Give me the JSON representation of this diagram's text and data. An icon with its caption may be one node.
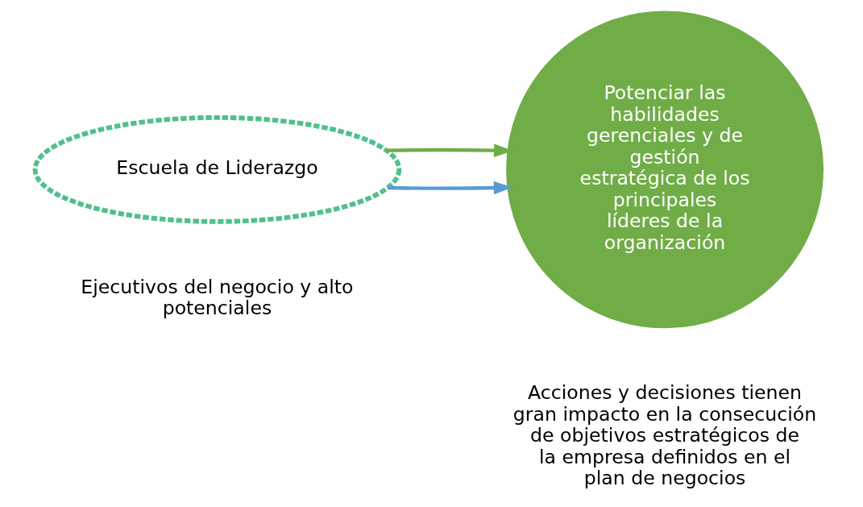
{
  "diagram": {
    "nodes": [
      {
        "text": [
          "Escuela de Liderazgo"
        ],
        "beside": [
          "Ejecutivos del negocio y alto potenciales"
        ]
      },
      {
        "text": [
          "Potenciar las habilidades gerenciales y de gestión estratégica de los principales líderes de la organización"
        ],
        "beside": [
          "Acciones y decisiones tienen gran impacto en la consecución de objetivos estratégicos de la empresa definidos en el plan de negocios"
        ]
      }
    ],
    "edges": [
      {
        "from": 0,
        "to": 1,
        "arrow": "to",
        "color": "#5b9bd5"
      },
      {
        "from": 0,
        "to": 1,
        "arrow": "to",
        "color": "#70ad47"
      }
    ]
  }
}
